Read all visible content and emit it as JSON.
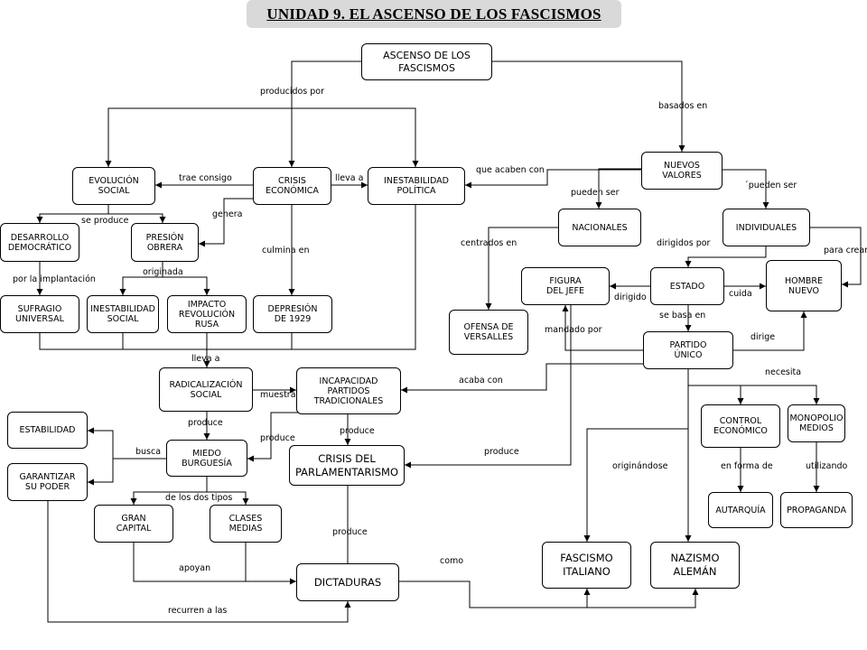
{
  "title": "UNIDAD 9. EL ASCENSO DE LOS FASCISMOS",
  "nodes": {
    "ascenso": "ASCENSO DE LOS\nFASCISMOS",
    "evolucion": "EVOLUCIÓN\nSOCIAL",
    "crisis": "CRISIS\nECONÓMICA",
    "inestabilidad_politica": "INESTABILIDAD\nPOLÍTICA",
    "nuevos_valores": "NUEVOS\nVALORES",
    "desarrollo": "DESARROLLO\nDEMOCRÁTICO",
    "presion": "PRESIÓN\nOBRERA",
    "nacionales": "NACIONALES",
    "individuales": "INDIVIDUALES",
    "figura_jefe": "FIGURA\nDEL JEFE",
    "estado": "ESTADO",
    "hombre_nuevo": "HOMBRE\nNUEVO",
    "sufragio": "SUFRAGIO\nUNIVERSAL",
    "inestabilidad_social": "INESTABILIDAD\nSOCIAL",
    "impacto": "IMPACTO\nREVOLUCIÓN\nRUSA",
    "depresion": "DEPRESIÓN\nDE 1929",
    "ofensa": "OFENSA DE\nVERSALLES",
    "partido": "PARTIDO\nÚNICO",
    "radicalizacion": "RADICALIZACIÓN\nSOCIAL",
    "incapacidad": "INCAPACIDAD\nPARTIDOS\nTRADICIONALES",
    "estabilidad": "ESTABILIDAD",
    "garantizar": "GARANTIZAR\nSU PODER",
    "miedo": "MIEDO\nBURGUESÍA",
    "crisis_parlamentarismo": "CRISIS DEL\nPARLAMENTARISMO",
    "control": "CONTROL\nECONÓMICO",
    "monopolio": "MONOPOLIO\nMEDIOS",
    "gran_capital": "GRAN\nCAPITAL",
    "clases_medias": "CLASES\nMEDIAS",
    "autarquia": "AUTARQUÍA",
    "propaganda": "PROPAGANDA",
    "fascismo": "FASCISMO\nITALIANO",
    "nazismo": "NAZISMO\nALEMÁN",
    "dictaduras": "DICTADURAS"
  },
  "links": {
    "producidos_por": "producidos por",
    "basados_en": "basados en",
    "trae_consigo": "trae consigo",
    "lleva_a_1": "lleva a",
    "que_acaben_con": "que acaben con",
    "pueden_ser_1": "pueden ser",
    "pueden_ser_2": "´pueden ser",
    "se_produce": "se produce",
    "genera": "genera",
    "centrados_en": "centrados en",
    "dirigidos_por": "dirigidos por",
    "para_crear": "para crear",
    "culmina_en": "culmina en",
    "por_la_implantacion": "por la implantación",
    "originada": "originada",
    "dirigido": "dirigido",
    "cuida": "cuida",
    "se_basa_en": "se basa en",
    "mandado_por": "mandado por",
    "dirige": "dirige",
    "lleva_a_2": "lleva a",
    "acaba_con": "acaba con",
    "necesita": "necesita",
    "muestra": "muestra",
    "produce_1": "produce",
    "produce_2": "produce",
    "produce_3": "produce",
    "produce_4": "produce",
    "produce_5": "produce",
    "busca": "busca",
    "originandose": "originándose",
    "en_forma_de": "en forma de",
    "utilizando": "utilizando",
    "de_los_dos_tipos": "de los dos tipos",
    "apoyan": "apoyan",
    "como": "como",
    "recurren_a_las": "recurren a las"
  }
}
